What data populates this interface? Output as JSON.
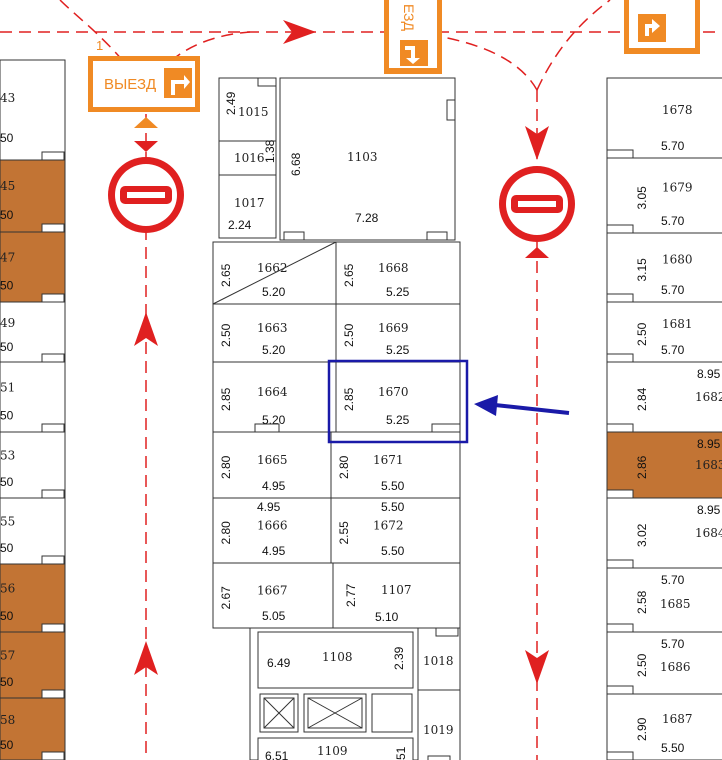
{
  "colors": {
    "route": "#e02020",
    "sign_orange": "#f08a24",
    "occupied": "#c27434",
    "highlight": "#1a1aa8",
    "arrow": "#1a1aa8"
  },
  "signs": {
    "exit_label": "ВЫЕЗД",
    "exit_number": "1",
    "entry_partial_label": "ЕЗД"
  },
  "icons": [
    "no-entry-icon",
    "turn-right-arrow-icon",
    "direction-arrow-icon",
    "elevator-cross-icon"
  ],
  "left_column": [
    {
      "num": "43",
      "dim": "50",
      "occupied": false
    },
    {
      "num": "45",
      "dim": "50",
      "occupied": true
    },
    {
      "num": "47",
      "dim": "50",
      "occupied": true
    },
    {
      "num": "49",
      "dim": "50",
      "occupied": false
    },
    {
      "num": "51",
      "dim": "50",
      "occupied": false
    },
    {
      "num": "53",
      "dim": "50",
      "occupied": false
    },
    {
      "num": "55",
      "dim": "50",
      "occupied": false
    },
    {
      "num": "56",
      "dim": "50",
      "occupied": true
    },
    {
      "num": "57",
      "dim": "50",
      "occupied": true
    },
    {
      "num": "58",
      "dim": "50",
      "occupied": true
    }
  ],
  "rooms": {
    "r1015": {
      "num": "1015",
      "w": "2.49"
    },
    "r1016": {
      "num": "1016",
      "w": "1.38"
    },
    "r1017": {
      "num": "1017",
      "w": "2.24"
    },
    "r1103": {
      "num": "1103",
      "w": "6.68",
      "l": "7.28"
    },
    "r1107": {
      "num": "1107",
      "w": "2.77",
      "l": "5.10"
    },
    "r1108": {
      "num": "1108",
      "w": "6.49",
      "l": "2.39"
    },
    "r1018": {
      "num": "1018"
    },
    "r1019": {
      "num": "1019"
    },
    "r1109": {
      "num": "1109",
      "w": "6.51",
      "l": "51"
    }
  },
  "center_spaces": [
    {
      "num": "1662",
      "w": "2.65",
      "l": "5.20"
    },
    {
      "num": "1668",
      "w": "2.65",
      "l": "5.25"
    },
    {
      "num": "1663",
      "w": "2.50",
      "l": "5.20"
    },
    {
      "num": "1669",
      "w": "2.50",
      "l": "5.25"
    },
    {
      "num": "1664",
      "w": "2.85",
      "l": "5.20"
    },
    {
      "num": "1670",
      "w": "2.85",
      "l": "5.25"
    },
    {
      "num": "1665",
      "w": "2.80",
      "l": "4.95"
    },
    {
      "num": "1671",
      "w": "2.80",
      "l": "5.50"
    },
    {
      "num": "1666",
      "w": "2.80",
      "l": "4.95"
    },
    {
      "num": "1672",
      "w": "2.55",
      "l": "5.50"
    },
    {
      "num": "1667",
      "w": "2.67",
      "l": "5.05"
    }
  ],
  "right_column": [
    {
      "num": "1678",
      "w": "",
      "l": "5.70",
      "occupied": false
    },
    {
      "num": "1679",
      "w": "3.05",
      "l": "5.70",
      "occupied": false
    },
    {
      "num": "1680",
      "w": "3.15",
      "l": "5.70",
      "occupied": false
    },
    {
      "num": "1681",
      "w": "2.50",
      "l": "5.70",
      "occupied": false
    },
    {
      "num": "1682",
      "w": "2.84",
      "l": "8.95",
      "occupied": false
    },
    {
      "num": "1683",
      "w": "2.86",
      "l": "8.95",
      "occupied": true
    },
    {
      "num": "1684",
      "w": "3.02",
      "l": "8.95",
      "occupied": false
    },
    {
      "num": "1685",
      "w": "2.58",
      "l": "5.70",
      "occupied": false
    },
    {
      "num": "1686",
      "w": "2.50",
      "l": "5.70",
      "occupied": false
    },
    {
      "num": "1687",
      "w": "2.90",
      "l": "5.50",
      "occupied": false
    }
  ],
  "highlighted_space": "1670"
}
